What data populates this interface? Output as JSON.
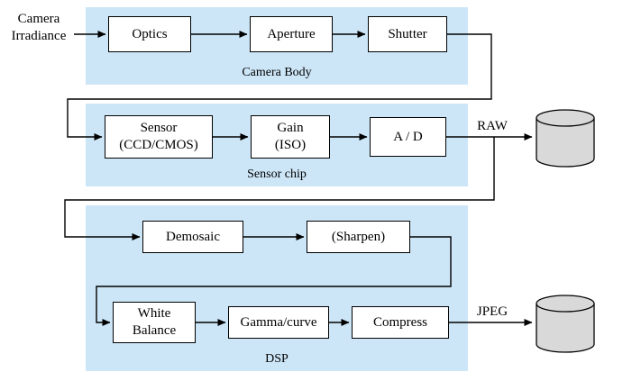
{
  "groups": {
    "camera_body": {
      "label": "Camera Body"
    },
    "sensor_chip": {
      "label": "Sensor chip"
    },
    "dsp": {
      "label": "DSP"
    }
  },
  "nodes": {
    "optics": "Optics",
    "aperture": "Aperture",
    "shutter": "Shutter",
    "sensor": "Sensor\n(CCD/CMOS)",
    "gain": "Gain\n(ISO)",
    "ad": "A / D",
    "demosaic": "Demosaic",
    "sharpen": "(Sharpen)",
    "white_balance": "White\nBalance",
    "gamma_curve": "Gamma/curve",
    "compress": "Compress"
  },
  "labels": {
    "input": "Camera\nIrradiance",
    "raw": "RAW",
    "jpeg": "JPEG"
  },
  "colors": {
    "group_fill": "#cde6f7",
    "cylinder_fill": "#d9d9d9",
    "line": "#000000"
  }
}
